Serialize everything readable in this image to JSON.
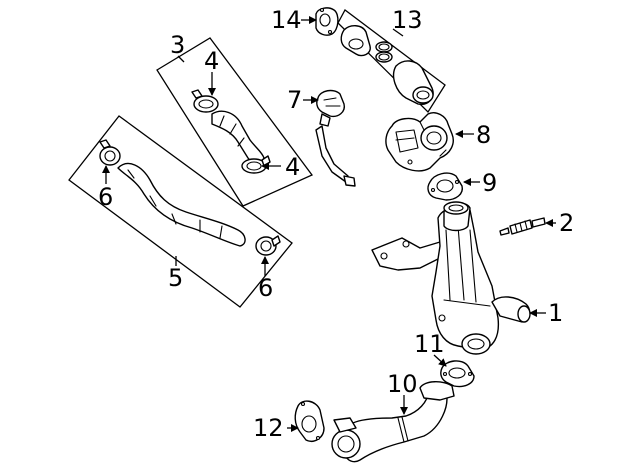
{
  "diagram": {
    "callouts": {
      "c1": "1",
      "c2": "2",
      "c3": "3",
      "c4a": "4",
      "c4b": "4",
      "c5": "5",
      "c6a": "6",
      "c6b": "6",
      "c7": "7",
      "c8": "8",
      "c9": "9",
      "c10": "10",
      "c11": "11",
      "c12": "12",
      "c13": "13",
      "c14": "14"
    }
  }
}
